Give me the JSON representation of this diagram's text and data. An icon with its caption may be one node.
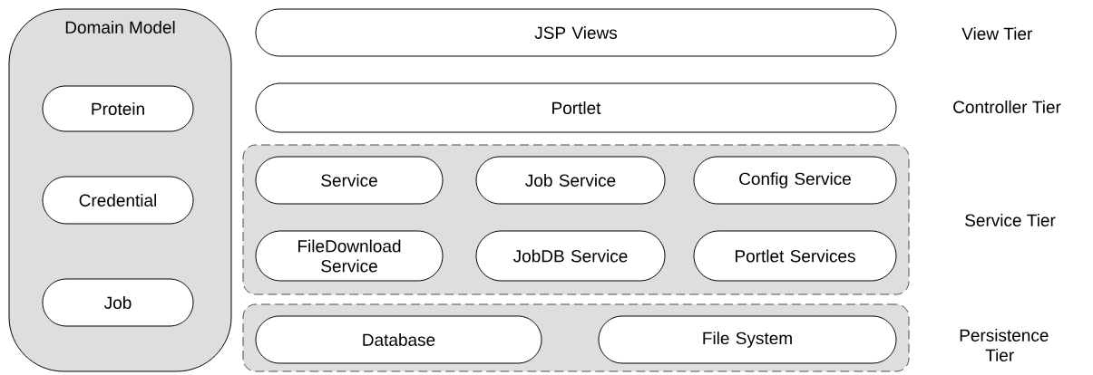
{
  "diagram": {
    "nodes": [
      {
        "text": [
          "Domain Model"
        ]
      },
      {
        "text": [
          "Protein"
        ],
        "in": 0
      },
      {
        "text": [
          "Credential"
        ],
        "in": 0
      },
      {
        "text": [
          "Job"
        ],
        "in": 0
      },
      {
        "text": [
          "JSP Views"
        ]
      },
      {
        "text": [
          "Portlet"
        ]
      },
      {
        "text": [],
        "shape": "box"
      },
      {
        "text": [
          "Service"
        ],
        "in": 6
      },
      {
        "text": [
          "Job Service"
        ],
        "in": 6
      },
      {
        "text": [
          "Config Service"
        ],
        "in": 6
      },
      {
        "text": [
          "FileDownload Service"
        ],
        "in": 6
      },
      {
        "text": [
          "JobDB Service"
        ],
        "in": 6
      },
      {
        "text": [
          "Portlet Services"
        ],
        "in": 6
      },
      {
        "text": [],
        "shape": "box"
      },
      {
        "text": [
          "Database"
        ],
        "in": 13
      },
      {
        "text": [
          "File System"
        ],
        "in": 13
      }
    ],
    "labels": [
      "View Tier",
      "Controller Tier",
      "Service Tier",
      "Persistence Tier"
    ]
  }
}
